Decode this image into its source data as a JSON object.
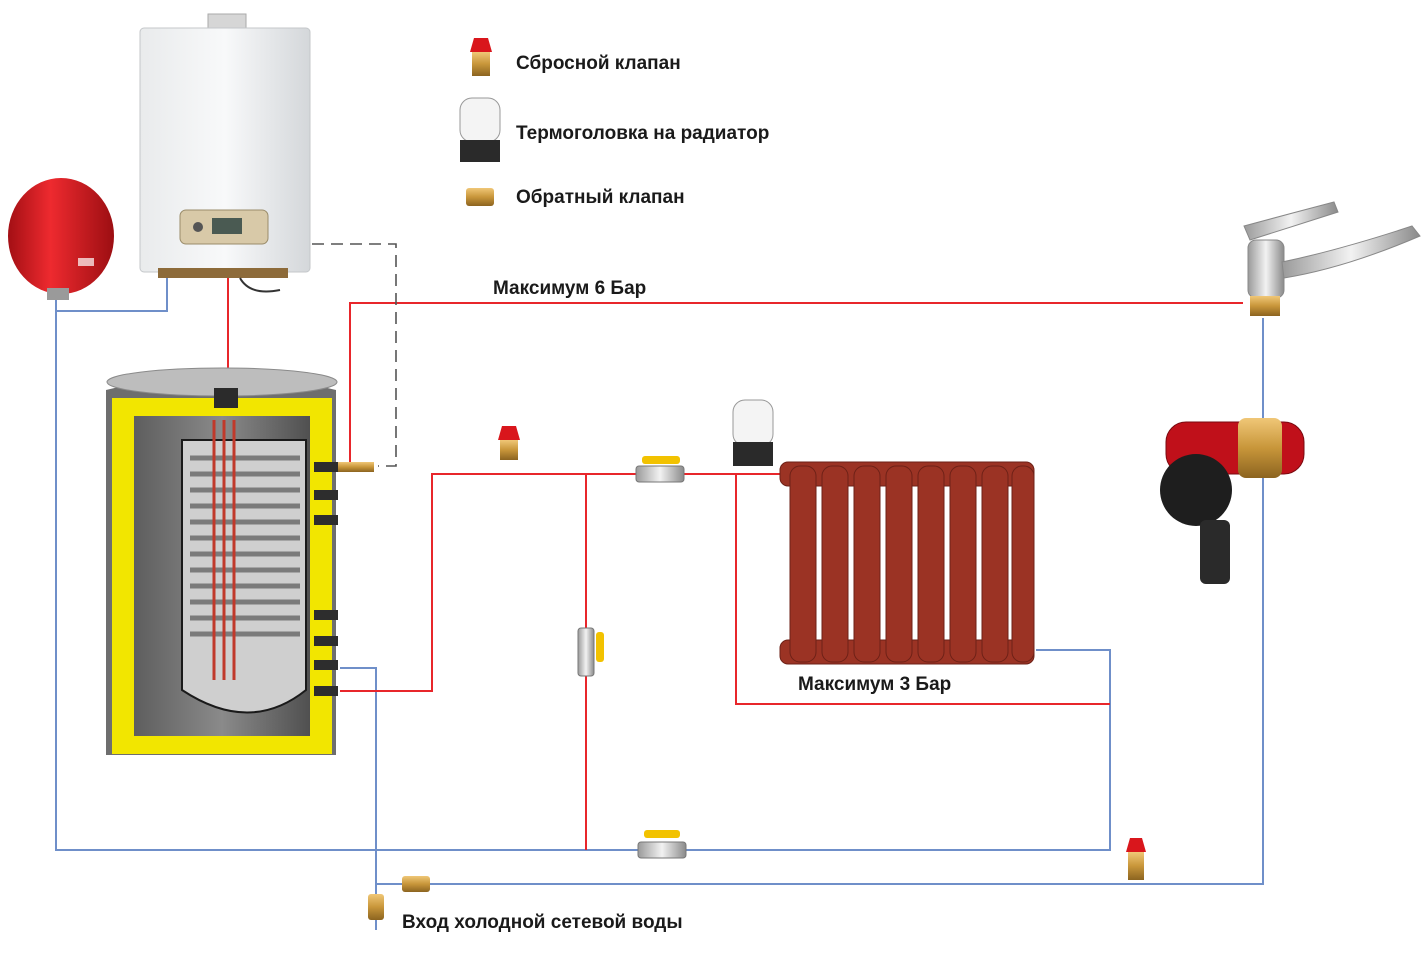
{
  "legend": {
    "items": [
      {
        "label": "Сбросной клапан",
        "icon": "safety-valve-icon"
      },
      {
        "label": "Термоголовка на радиатор",
        "icon": "thermostatic-head-icon"
      },
      {
        "label": "Обратный клапан",
        "icon": "check-valve-icon"
      }
    ]
  },
  "labels": {
    "max_6_bar": "Максимум 6 Бар",
    "max_3_bar": "Максимум 3 Бар",
    "cold_water_inlet": "Вход холодной сетевой воды"
  },
  "colors": {
    "hot_pipe": "#e8262b",
    "cold_pipe": "#6f8fc9",
    "control_line": "#555555",
    "insulation": "#f2e600",
    "radiator": "#9b3324",
    "expansion_tank": "#d9161c",
    "pump": "#c0101a",
    "brass": "#c8963a"
  }
}
